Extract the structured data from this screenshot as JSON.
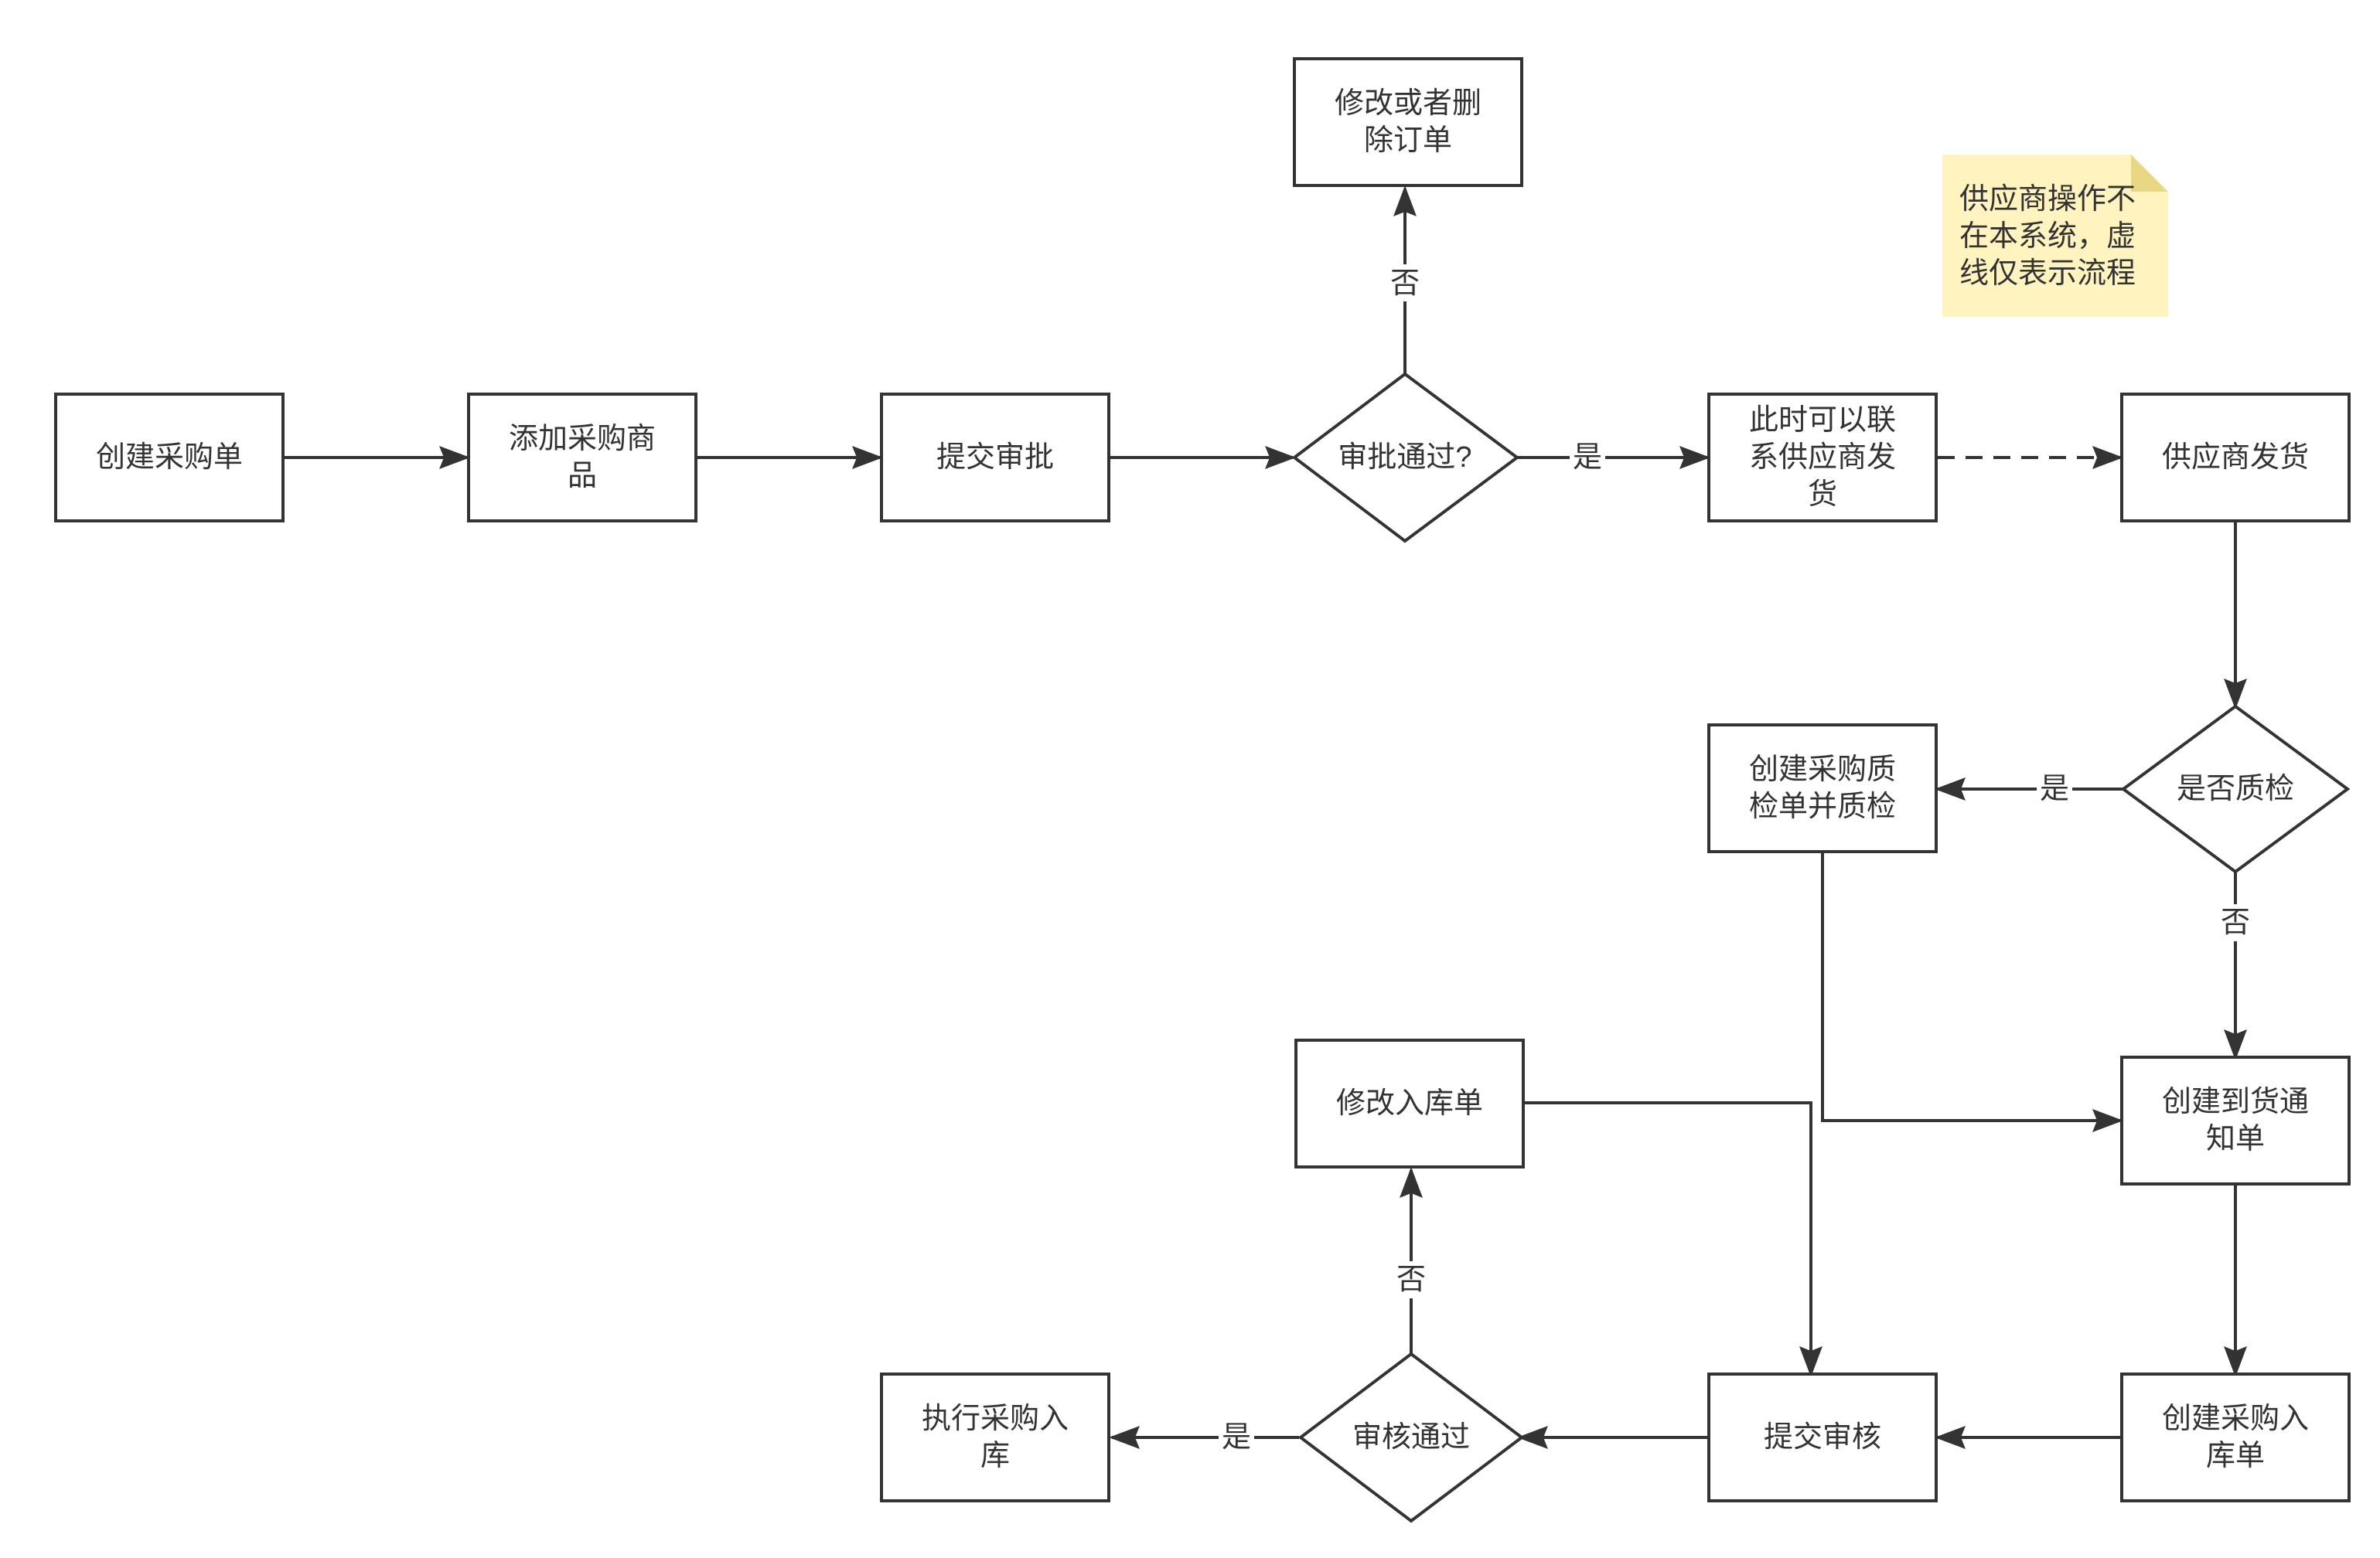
{
  "nodes": {
    "create_po": [
      "创建采购单"
    ],
    "add_goods": [
      "添加采购商",
      "品"
    ],
    "submit_approval": [
      "提交审批"
    ],
    "approval_passed": [
      "审批通过?"
    ],
    "modify_delete_order": [
      "修改或者删",
      "除订单"
    ],
    "contact_supplier": [
      "此时可以联",
      "系供应商发",
      "货"
    ],
    "supplier_ship": [
      "供应商发货"
    ],
    "quality_check_q": [
      "是否质检"
    ],
    "create_qc_order": [
      "创建采购质",
      "检单并质检"
    ],
    "create_arrival_notice": [
      "创建到货通",
      "知单"
    ],
    "create_inbound_order": [
      "创建采购入",
      "库单"
    ],
    "submit_review": [
      "提交审核"
    ],
    "review_passed": [
      "审核通过"
    ],
    "modify_inbound_order": [
      "修改入库单"
    ],
    "execute_inbound": [
      "执行采购入",
      "库"
    ]
  },
  "edge_labels": {
    "approval_no": "否",
    "approval_yes": "是",
    "qc_yes": "是",
    "qc_no": "否",
    "review_no": "否",
    "review_yes": "是"
  },
  "note": [
    "供应商操作不",
    "在本系统，虚",
    "线仅表示流程"
  ]
}
